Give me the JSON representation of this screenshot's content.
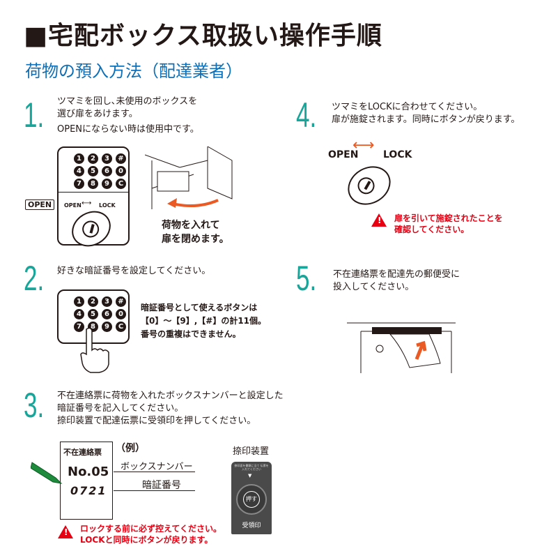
{
  "title": "■宅配ボックス取扱い操作手順",
  "subtitle": "荷物の預入方法（配達業者）",
  "keys": [
    "1",
    "2",
    "3",
    "#",
    "4",
    "5",
    "6",
    "0",
    "7",
    "8",
    "9",
    "C"
  ],
  "steps": [
    {
      "num": "1.",
      "lines": [
        "ツマミを回し､未使用のボックスを",
        "選び扉をあけます。",
        "OPENにならない時は使用中です。"
      ],
      "open_tag": "OPEN",
      "open": "OPEN",
      "lock": "LOCK",
      "caption": [
        "荷物を入れて",
        "扉を閉めます。"
      ]
    },
    {
      "num": "2.",
      "lines": [
        "好きな暗証番号を設定してください。"
      ],
      "note": [
        "暗証番号として使えるボタンは",
        "【0】～【9】,【#】の計11個。",
        "番号の重複はできません。"
      ]
    },
    {
      "num": "3.",
      "lines": [
        "不在連絡票に荷物を入れたボックスナンバーと設定した",
        "暗証番号を記入してください。",
        "捺印装置で配達伝票に受領印を押してください。"
      ],
      "slip_title": "不在連絡票",
      "example": "（例）",
      "box_no": "No.05",
      "pin": "0721",
      "box_label": "ボックスナンバー",
      "pin_label": "暗証番号",
      "device_title": "捺印装置",
      "device_small": "捺印面を書類に当て 伝票を入れてください",
      "device_button": "押す",
      "device_bottom": "受領印",
      "warning": [
        "ロックする前に必ず控えてください。",
        "LOCKと同時にボタンが戻ります。"
      ]
    },
    {
      "num": "4.",
      "lines": [
        "ツマミをLOCKに合わせてください。",
        "扉が施錠されます。同時にボタンが戻ります。"
      ],
      "open": "OPEN",
      "lock": "LOCK",
      "warning": [
        "扉を引いて施錠されたことを",
        "確認してください。"
      ]
    },
    {
      "num": "5.",
      "lines": [
        "不在連絡票を配達先の郵便受に",
        "投入してください。"
      ]
    }
  ],
  "colors": {
    "accent": "#18a69a",
    "subtitle": "#0d6fb8",
    "warning": "#e60012",
    "arrow": "#ea5a24"
  }
}
